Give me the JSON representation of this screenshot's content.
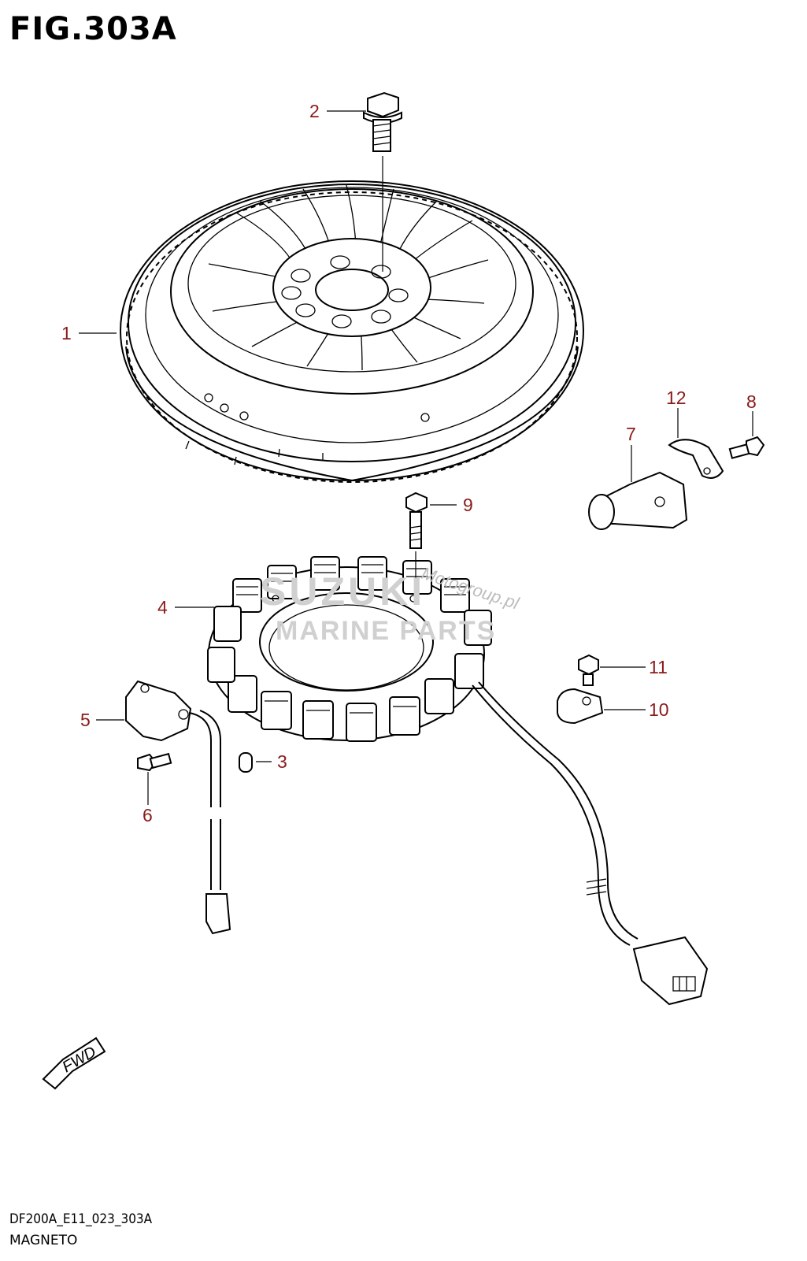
{
  "figure": {
    "title": "FIG.303A",
    "code": "DF200A_E11_023_303A",
    "name": "MAGNETO"
  },
  "direction_arrow": {
    "label": "FWD"
  },
  "watermark": {
    "site": "Motogroup.pl",
    "brand": "SUZUKI",
    "sub": "MARINE PARTS"
  },
  "callouts": [
    {
      "id": "1",
      "label": "1"
    },
    {
      "id": "2",
      "label": "2"
    },
    {
      "id": "3",
      "label": "3"
    },
    {
      "id": "4",
      "label": "4"
    },
    {
      "id": "5",
      "label": "5"
    },
    {
      "id": "6",
      "label": "6"
    },
    {
      "id": "7",
      "label": "7"
    },
    {
      "id": "8",
      "label": "8"
    },
    {
      "id": "9",
      "label": "9"
    },
    {
      "id": "10",
      "label": "10"
    },
    {
      "id": "11",
      "label": "11"
    },
    {
      "id": "12",
      "label": "12"
    }
  ],
  "colors": {
    "callout": "#8b1a1a",
    "line": "#000000"
  }
}
